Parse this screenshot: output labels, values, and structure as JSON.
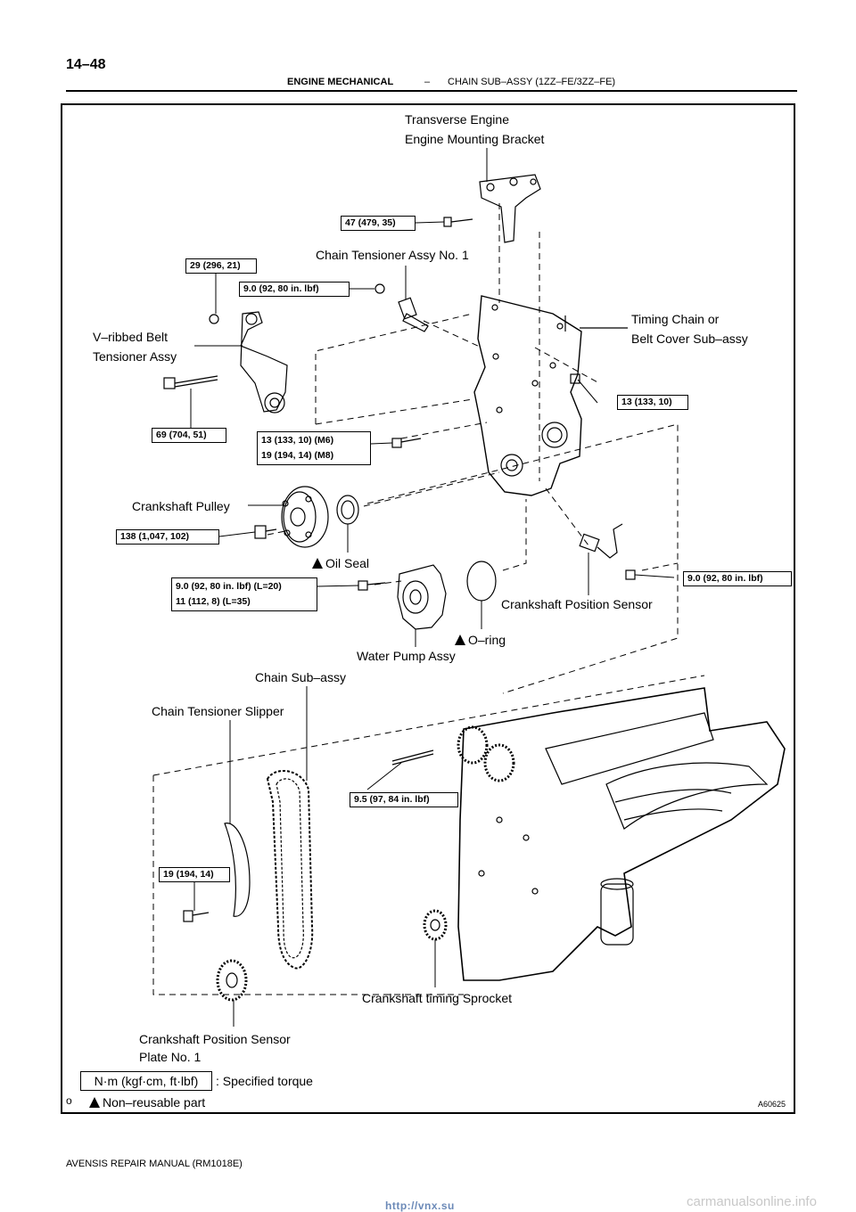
{
  "header": {
    "page_number": "14–48",
    "section": "ENGINE MECHANICAL",
    "separator": "–",
    "subsection": "CHAIN SUB–ASSY (1ZZ–FE/3ZZ–FE)"
  },
  "labels": {
    "transverse_engine_l1": "Transverse Engine",
    "transverse_engine_l2": "Engine Mounting Bracket",
    "chain_tensioner_assy": "Chain Tensioner Assy No. 1",
    "timing_chain_cover_l1": "Timing Chain or",
    "timing_chain_cover_l2": "Belt Cover Sub–assy",
    "vribbed_l1": "V–ribbed Belt",
    "vribbed_l2": "Tensioner Assy",
    "crankshaft_pulley": "Crankshaft Pulley",
    "oil_seal": "Oil Seal",
    "crank_pos_sensor": "Crankshaft Position Sensor",
    "o_ring": "O–ring",
    "water_pump": "Water Pump Assy",
    "chain_sub_assy": "Chain Sub–assy",
    "chain_tensioner_slipper": "Chain Tensioner Slipper",
    "crank_timing_sprocket": "Crankshaft timing Sprocket",
    "crank_sensor_plate_l1": "Crankshaft Position Sensor",
    "crank_sensor_plate_l2": "Plate No. 1"
  },
  "torques": {
    "t_mount": "47 (479, 35)",
    "t_29": "29 (296, 21)",
    "t_9a": "9.0 (92, 80 in. lbf)",
    "t_13": "13 (133, 10)",
    "t_69": "69 (704, 51)",
    "t_cover_l1": "13 (133, 10) (M6)",
    "t_cover_l2": "19 (194, 14) (M8)",
    "t_138": "138 (1,047, 102)",
    "t_sensor": "9.0 (92, 80 in. lbf)",
    "t_wp_l1": "9.0 (92, 80 in. lbf) (L=20)",
    "t_wp_l2": "11 (112, 8) (L=35)",
    "t_stud": "9.5 (97, 84 in. lbf)",
    "t_19": "19 (194, 14)"
  },
  "legend": {
    "unit_box": "N·m (kgf·cm, ft·lbf)",
    "unit_desc": ": Specified torque",
    "marker": "o",
    "nonreusable": "Non–reusable part"
  },
  "figure_id": "A60625",
  "footer": "AVENSIS REPAIR MANUAL   (RM1018E)",
  "watermark_url": "http://vnx.su",
  "watermark_site": "carmanualsonline.info"
}
